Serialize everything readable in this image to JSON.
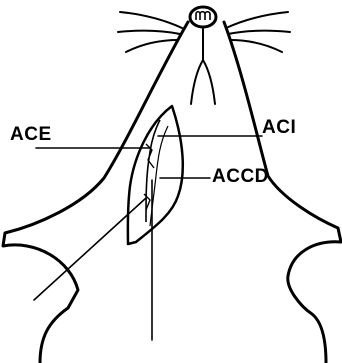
{
  "labels": {
    "ace": "ACE",
    "aci": "ACI",
    "accd": "ACCD"
  },
  "colors": {
    "ink": "#000000",
    "background": "#ffffff"
  },
  "icons": {
    "nose": "nose-icon",
    "whiskers": "whiskers-icon"
  }
}
